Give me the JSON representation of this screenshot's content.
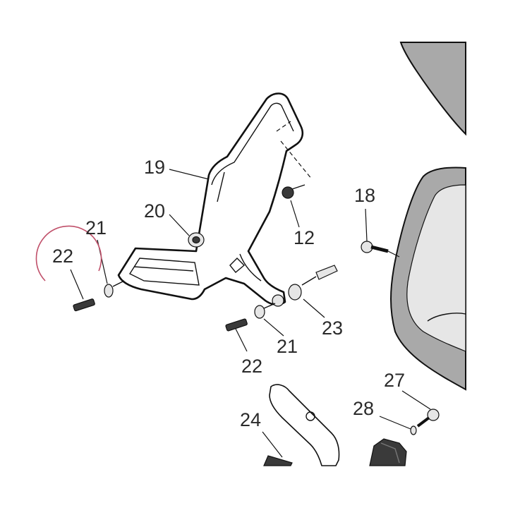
{
  "callouts": {
    "c19": "19",
    "c20": "20",
    "c21a": "21",
    "c22a": "22",
    "c12": "12",
    "c18": "18",
    "c23": "23",
    "c21b": "21",
    "c22b": "22",
    "c24": "24",
    "c27": "27",
    "c28": "28"
  },
  "colors": {
    "highlight_circle": "#c0506a",
    "line": "#111111",
    "shaded_part": "#a9a9a9"
  }
}
